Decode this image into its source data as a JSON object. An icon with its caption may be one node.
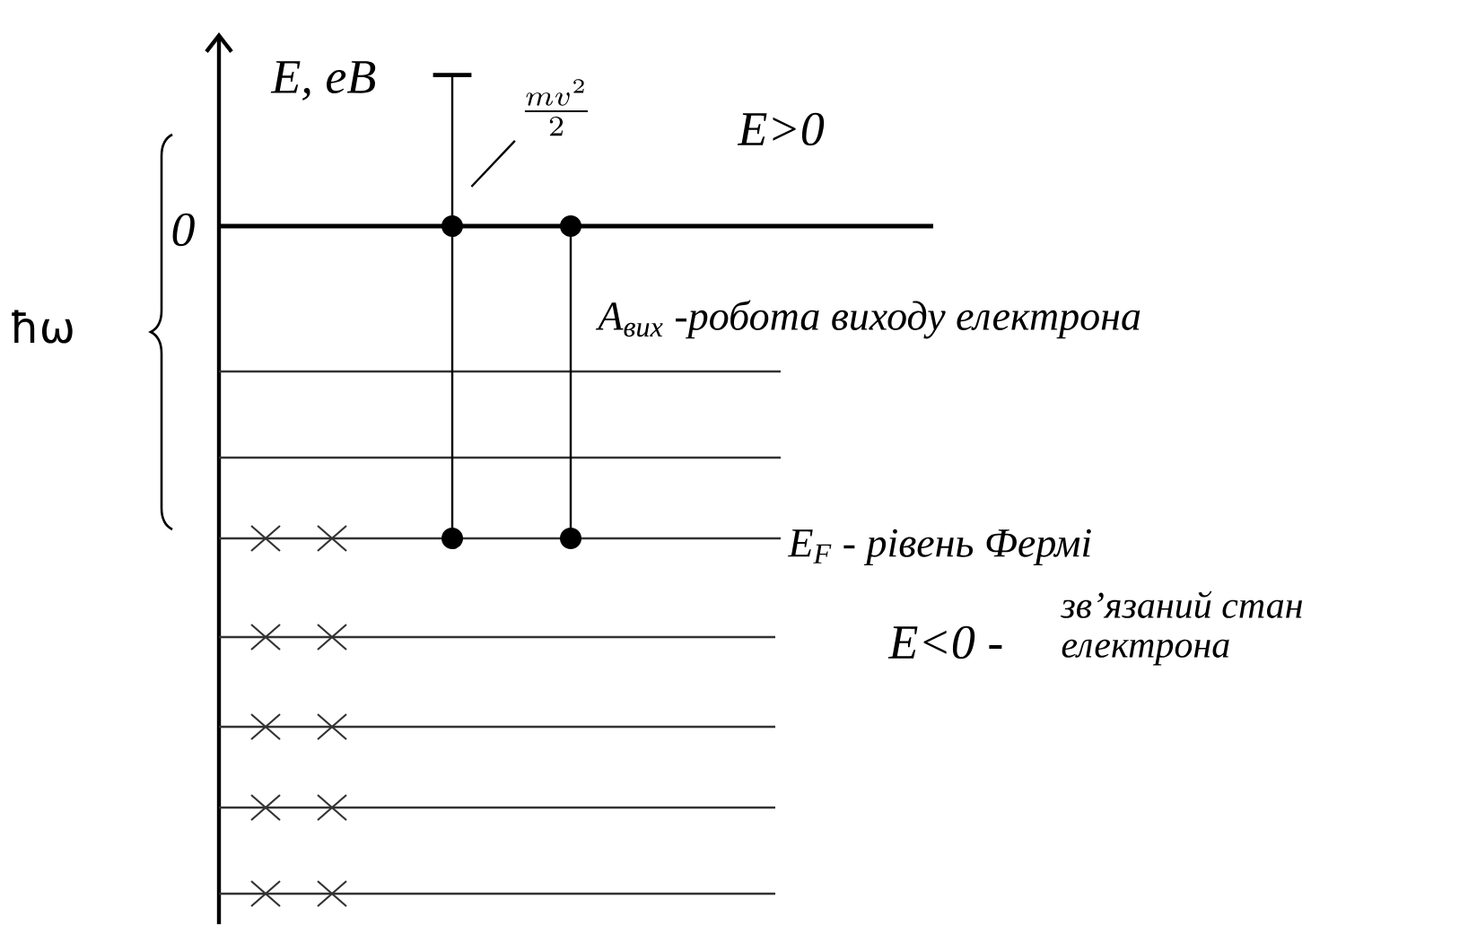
{
  "diagram": {
    "nodes": [
      {
        "text": [
          "\\frac{mv^{2}}{2}"
        ]
      },
      {
        "text": [],
        "shape": "bar"
      }
    ],
    "edges": [
      {
        "from": 0,
        "to": 1,
        "arrow": "none"
      }
    ],
    "labels": [
      "E, eB",
      "E>0",
      "0",
      "ħω",
      "A$_{вих}$ -робота виходу електрона",
      "E$_{F}$ - рівень Фермі",
      "E<0 -",
      "зв’язаний стан електрона"
    ]
  }
}
